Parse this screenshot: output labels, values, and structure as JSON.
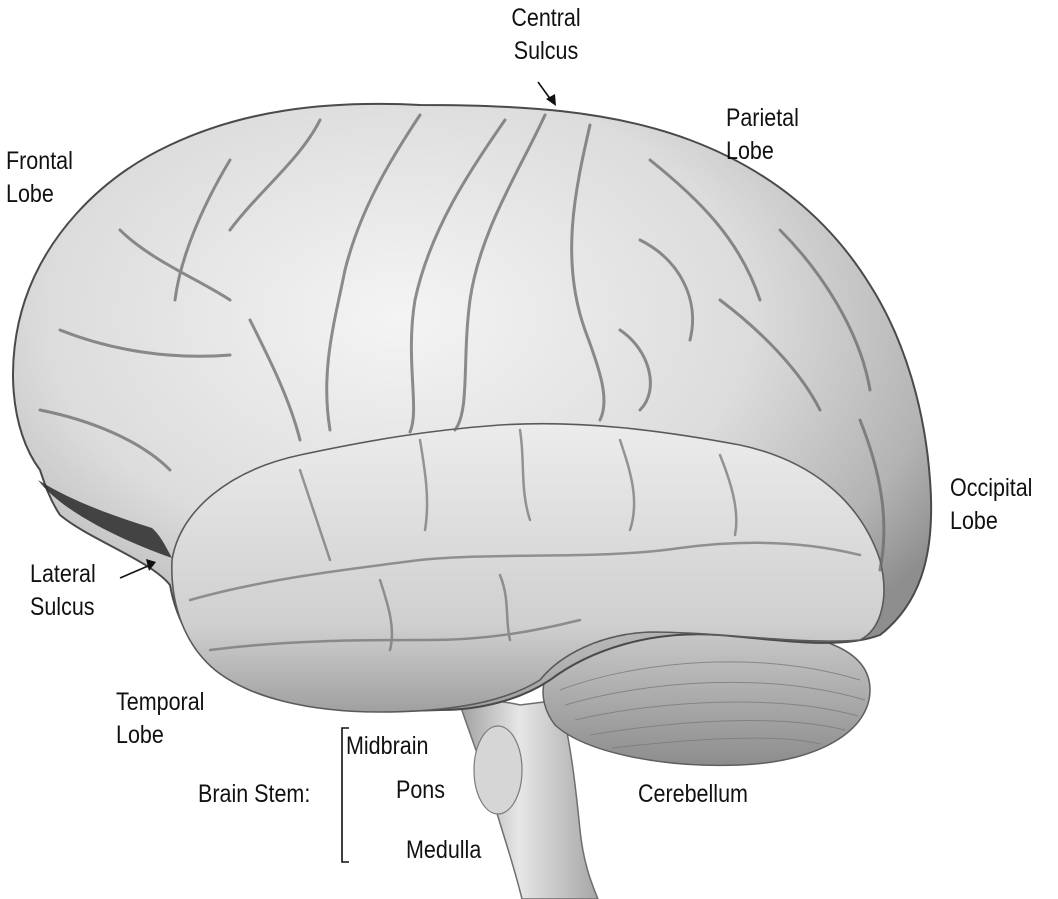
{
  "labels": {
    "central_sulcus": [
      "Central",
      "Sulcus"
    ],
    "parietal_lobe": [
      "Parietal",
      "Lobe"
    ],
    "frontal_lobe": [
      "Frontal",
      "Lobe"
    ],
    "occipital_lobe": [
      "Occipital",
      "Lobe"
    ],
    "lateral_sulcus": [
      "Lateral",
      "Sulcus"
    ],
    "temporal_lobe": [
      "Temporal",
      "Lobe"
    ],
    "brain_stem": "Brain Stem:",
    "midbrain": "Midbrain",
    "pons": "Pons",
    "medulla": "Medulla",
    "cerebellum": "Cerebellum"
  },
  "colors": {
    "text": "#111111",
    "brain_surface": "#d9d9d9",
    "brain_shadow": "#7a7a7a",
    "outline": "#3a3a3a"
  }
}
